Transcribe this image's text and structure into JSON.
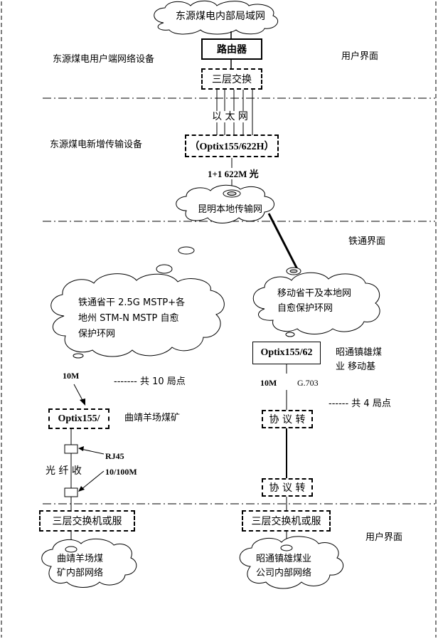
{
  "top_cloud": "东源煤电内部局域网",
  "user_equipment_label": "东源煤电用户端网络设备",
  "router": "路由器",
  "l3_switch_top": "三层交换",
  "user_interface_top": "用户界面",
  "ethernet": "以 太 网",
  "new_transport_label": "东源煤电新增传输设备",
  "optix_top": "（Optix155/622H）",
  "link_top": "1+1  622M 光",
  "kunming_cloud": "昆明本地传输网",
  "railway_interface": "铁通界面",
  "railway_cloud_line1": "铁通省干 2.5G MSTP+各",
  "railway_cloud_line2": "地州 STM-N MSTP 自愈",
  "railway_cloud_line3": "保护环网",
  "mobile_cloud_line1": "移动省干及本地网",
  "mobile_cloud_line2": "自愈保护环网",
  "optix_right": "Optix155/62",
  "zhaotong_label_line1": "昭通镇雄煤",
  "zhaotong_label_line2": "业  移动基",
  "left_rate": "10M",
  "left_count": "------- 共 10 局点",
  "right_rate": "10M",
  "right_iface": "G.703",
  "right_count": "------ 共 4 局点",
  "optix_left": "Optix155/",
  "qujing_label": "曲靖羊场煤矿",
  "rj45": "RJ45",
  "fiber_rx": "光 纤 收",
  "rate_10_100": "10/100M",
  "protocol_conv_1": "协 议 转",
  "protocol_conv_2": "协 议 转",
  "l3_switch_left": "三层交换机或服",
  "l3_switch_right": "三层交换机或服",
  "user_interface_bottom": "用户界面",
  "qujing_cloud_line1": "曲靖羊场煤",
  "qujing_cloud_line2": "矿内部网络",
  "zhaotong_cloud_line1": "昭通镇雄煤业",
  "zhaotong_cloud_line2": "公司内部网络"
}
